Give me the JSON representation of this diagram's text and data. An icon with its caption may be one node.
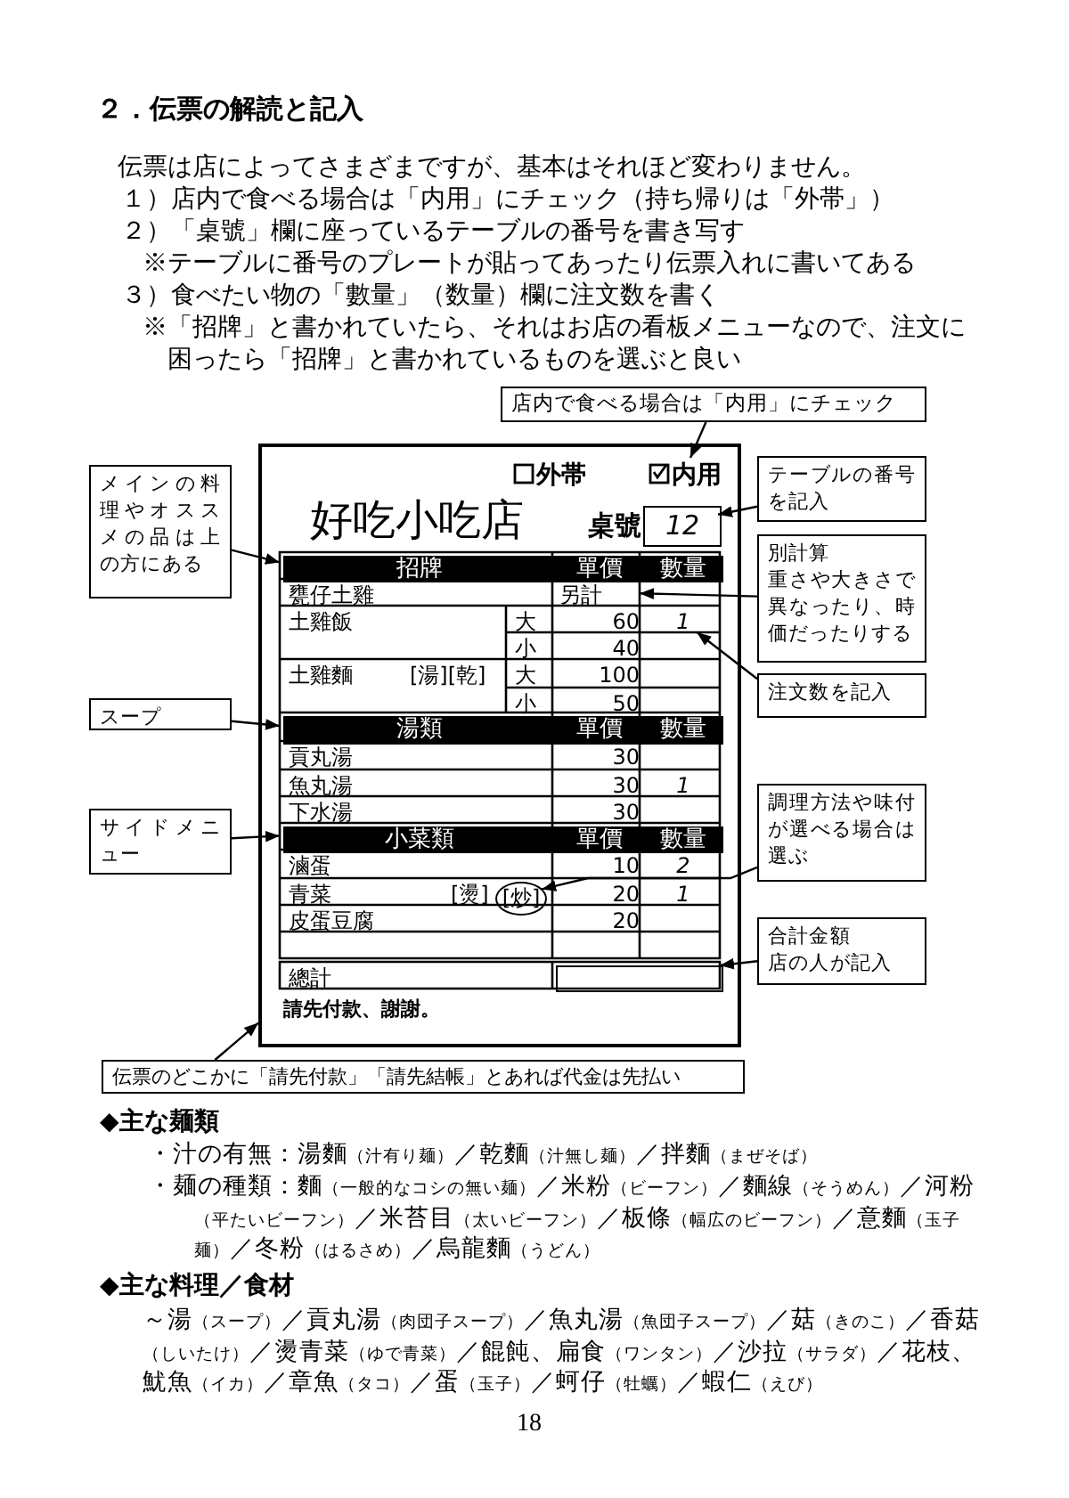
{
  "diagram": {
    "title": "２．伝票の解読と記入",
    "nodes": [
      {
        "text": [
          "好吃小吃店",
          "請先付款、謝謝。"
        ]
      },
      {
        "text": [
          "内用"
        ],
        "in": 0
      },
      {
        "text": [
          "12"
        ],
        "beside": [
          "桌號"
        ],
        "in": 0
      },
      {
        "text": [
          "招牌",
          "單價",
          "數量"
        ],
        "in": 0
      },
      {
        "text": [
          "另計"
        ],
        "in": 0
      },
      {
        "text": [
          "1"
        ],
        "in": 0
      },
      {
        "text": [
          "湯類",
          "單價",
          "數量"
        ],
        "in": 0
      },
      {
        "text": [
          "小菜類",
          "單價",
          "數量"
        ],
        "in": 0
      },
      {
        "text": [
          "[炒]"
        ],
        "in": 0
      },
      {
        "text": [],
        "shape": "box",
        "in": 0
      },
      {
        "text": [
          "店内で食べる場合は「内用」にチェック"
        ]
      },
      {
        "text": [
          "テーブルの番号を記入"
        ]
      },
      {
        "text": [
          "別計算",
          "重さや大きさで異なったり、時価だったりする"
        ]
      },
      {
        "text": [
          "注文数を記入"
        ]
      },
      {
        "text": [
          "調理方法や味付が選べる場合は選ぶ"
        ]
      },
      {
        "text": [
          "合計金額",
          "店の人が記入"
        ]
      },
      {
        "text": [
          "メインの料理やオススメの品は上の方にある"
        ]
      },
      {
        "text": [
          "スープ"
        ]
      },
      {
        "text": [
          "サイドメニュー"
        ]
      },
      {
        "text": [
          "伝票のどこかに「請先付款」「請先結帳」とあれば代金は先払い"
        ]
      }
    ],
    "edges": [
      {
        "from": 10,
        "to": 1,
        "arrow": "to"
      },
      {
        "from": 11,
        "to": 2,
        "arrow": "to"
      },
      {
        "from": 12,
        "to": 4,
        "arrow": "to"
      },
      {
        "from": 13,
        "to": 5,
        "arrow": "to"
      },
      {
        "from": 14,
        "to": 8,
        "arrow": "to"
      },
      {
        "from": 15,
        "to": 9,
        "arrow": "to"
      },
      {
        "from": 16,
        "to": 3,
        "arrow": "to"
      },
      {
        "from": 17,
        "to": 6,
        "arrow": "to"
      },
      {
        "from": 18,
        "to": 7,
        "arrow": "to"
      },
      {
        "from": 19,
        "to": 0,
        "arrow": "to"
      }
    ],
    "labels": [
      "伝票は店によってさまざまですが、基本はそれほど変わりません。",
      "１）店内で食べる場合は「内用」にチェック（持ち帰りは「外帯」）",
      "２）「桌號」欄に座っているテーブルの番号を書き写す",
      "※テーブルに番号のプレートが貼ってあったり伝票入れに書いてある",
      "３）食べたい物の「數量」（数量）欄に注文数を書く",
      "※「招牌」と書かれていたら、それはお店の看板メニューなので、注文に困ったら「招牌」と書かれているものを選ぶと良い",
      "外帯",
      "甕仔土雞",
      "土雞飯",
      "大",
      "60",
      "小",
      "40",
      "土雞麵",
      "[湯][乾]",
      "大",
      "100",
      "小",
      "50",
      "貢丸湯",
      "30",
      "魚丸湯",
      "30",
      "1",
      "下水湯",
      "30",
      "滷蛋",
      "10",
      "2",
      "青菜",
      "[燙]",
      "20",
      "1",
      "皮蛋豆腐",
      "20",
      "總計",
      "◆主な麺類",
      "・汁の有無：湯麵（汁有り麺）／乾麵（汁無し麺）／拌麵（まぜそば）",
      "・麺の種類：麵（一般的なコシの無い麺）／米粉（ビーフン）／麵線（そうめん）／河粉（平たいビーフン）／米苔目（太いビーフン）／板條（幅広のビーフン）／意麵（玉子麺）／冬粉（はるさめ）／烏龍麵（うどん）",
      "◆主な料理／食材",
      "～湯（スープ）／貢丸湯（肉団子スープ）／魚丸湯（魚団子スープ）／菇（きのこ）／香菇（しいたけ）／燙青菜（ゆで青菜）／餛飩、扁食（ワンタン）／沙拉（サラダ）／花枝、魷魚（イカ）／章魚（タコ）／蛋（玉子）／蚵仔（牡蠣）／蝦仁（えび）",
      "18"
    ]
  }
}
